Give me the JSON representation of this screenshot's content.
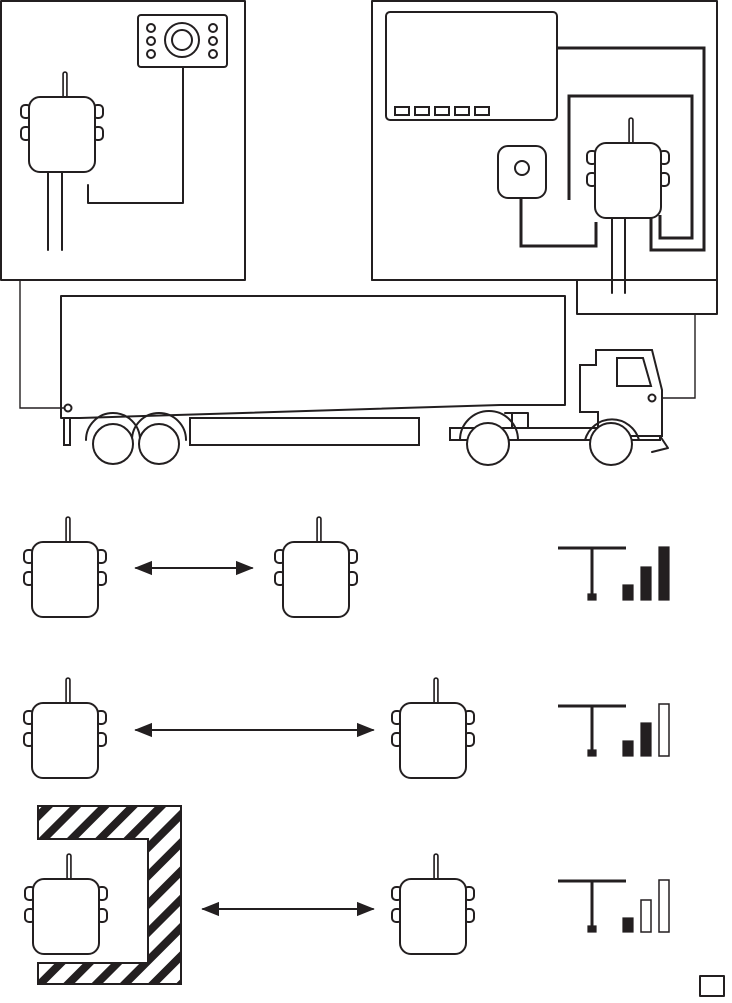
{
  "figure": {
    "panels": [
      "trailer-camera-unit",
      "cab-monitor-unit",
      "truck-trailer",
      "signal-range-demo"
    ],
    "links": [
      {
        "name": "clear-link",
        "signal_bars": 3,
        "of": 3
      },
      {
        "name": "longer-distance-link",
        "signal_bars": 2,
        "of": 3
      },
      {
        "name": "obstructed-link",
        "signal_bars": 1,
        "of": 3
      }
    ]
  },
  "colors": {
    "stroke": "#231f20",
    "background": "#ffffff"
  },
  "icons": [
    "wireless-module-icon",
    "camera-icon",
    "monitor-icon",
    "microphone-icon",
    "antenna-icon",
    "signal-strength-icon",
    "double-arrow-icon",
    "wall-obstacle-icon"
  ]
}
